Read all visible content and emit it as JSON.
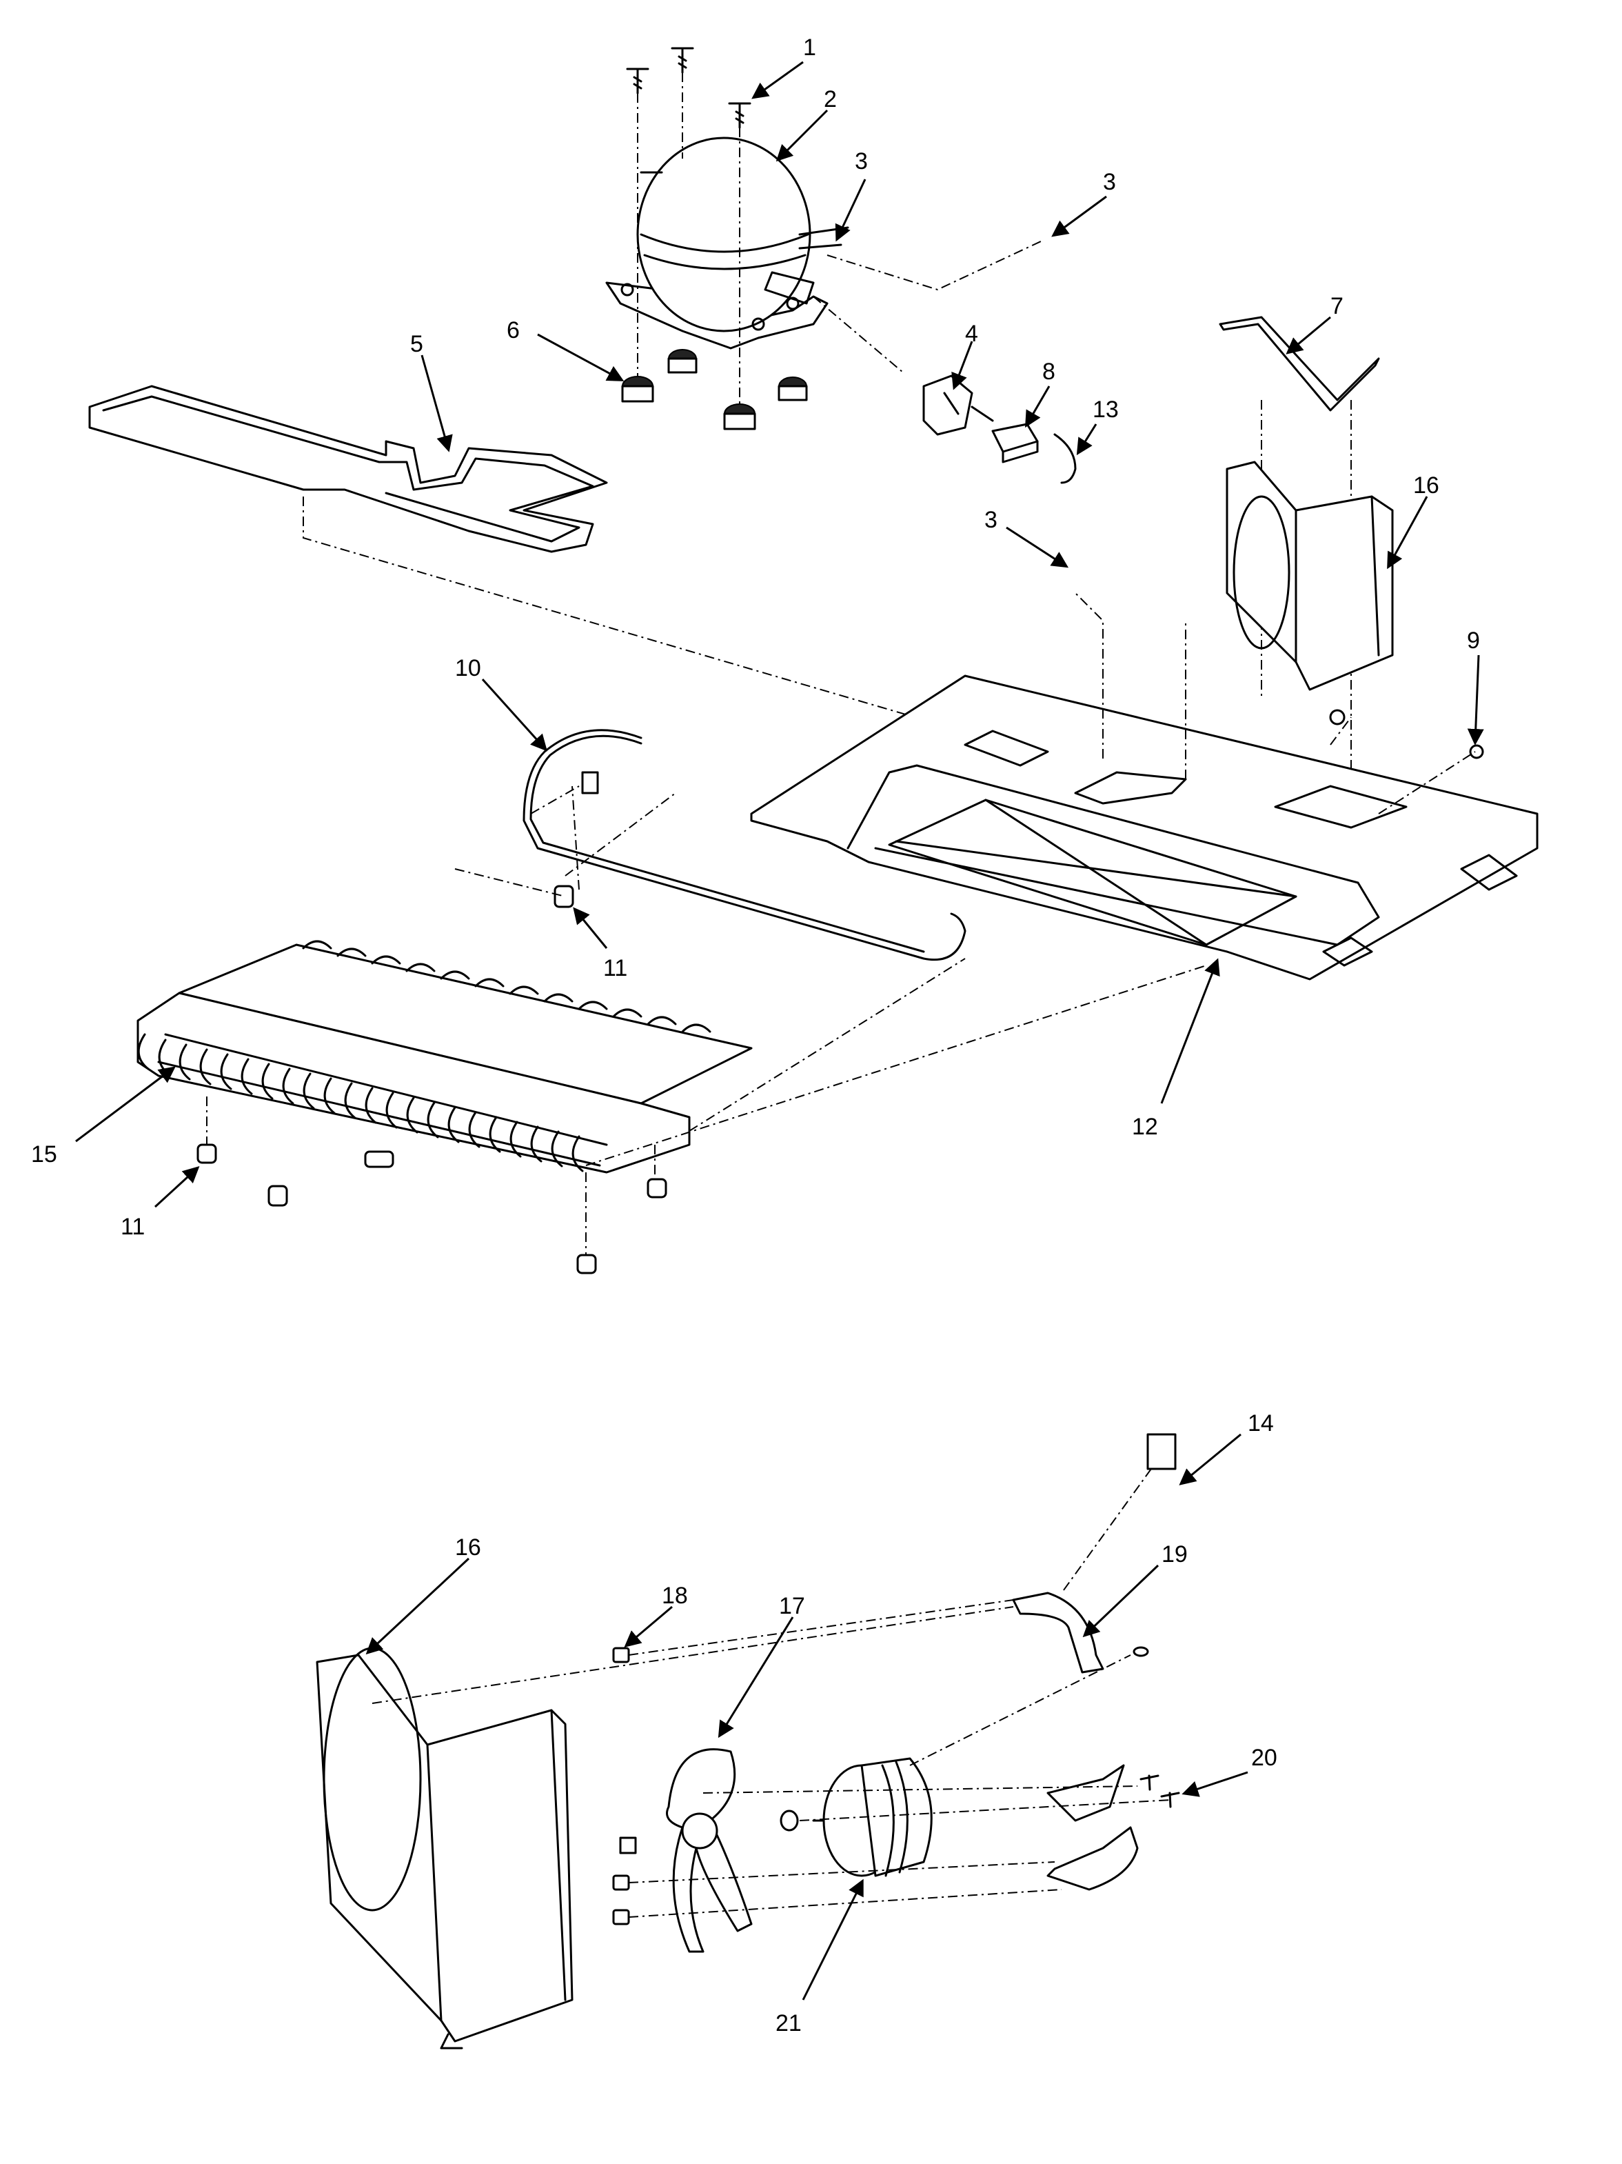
{
  "callouts": {
    "c1": "1",
    "c2": "2",
    "c3a": "3",
    "c3b": "3",
    "c3c": "3",
    "c4": "4",
    "c5": "5",
    "c6": "6",
    "c7": "7",
    "c8": "8",
    "c9": "9",
    "c10": "10",
    "c11a": "11",
    "c11b": "11",
    "c12": "12",
    "c13": "13",
    "c14": "14",
    "c15": "15",
    "c16a": "16",
    "c16b": "16",
    "c17": "17",
    "c18": "18",
    "c19": "19",
    "c20": "20",
    "c21": "21"
  }
}
